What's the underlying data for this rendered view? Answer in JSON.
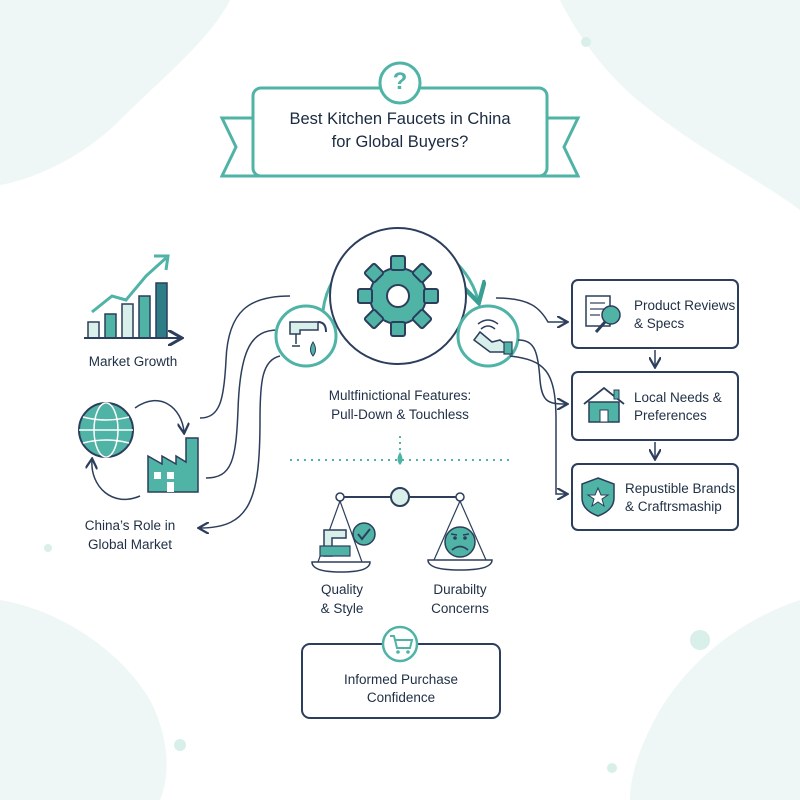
{
  "title": {
    "line1": "Best Kitchen Faucets in China",
    "line2": "for Global Buyers?",
    "badge": "?"
  },
  "left": {
    "market_growth": "Market Growth",
    "china_role_line1": "China’s Role in",
    "china_role_line2": "Global Market"
  },
  "center": {
    "features_line1": "Multfinictional Features:",
    "features_line2": "Pull-Down & Touchless"
  },
  "right_boxes": [
    {
      "line1": "Product Reviews",
      "line2": "& Specs",
      "icon": "document-magnifier-icon"
    },
    {
      "line1": "Local Needs &",
      "line2": "Preferences",
      "icon": "house-icon"
    },
    {
      "line1": "Repustible Brands",
      "line2": "& Craftrsmaship",
      "icon": "shield-star-icon"
    }
  ],
  "balance": {
    "left_line1": "Quality",
    "left_line2": "& Style",
    "right_line1": "Durabilty",
    "right_line2": "Concerns"
  },
  "result": {
    "line1": "Informed Purchase",
    "line2": "Confidence"
  },
  "colors": {
    "teal": "#4fb3a6",
    "teal_dark": "#3a9f92",
    "mint_fill": "#e6f5f1",
    "navy": "#2c3e5c",
    "bg_blob": "#eef7f5"
  }
}
